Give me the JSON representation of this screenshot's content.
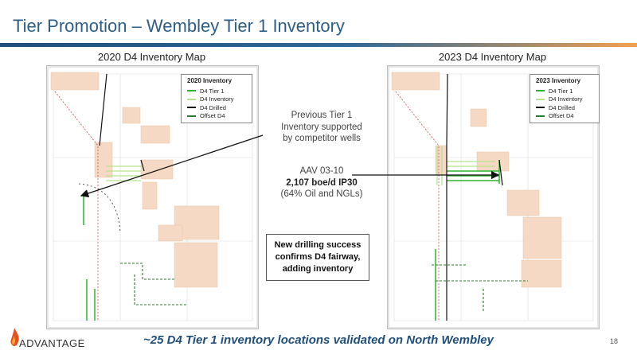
{
  "slide": {
    "title": "Tier Promotion – Wembley Tier 1 Inventory",
    "page_number": "18",
    "footer_note": "~25 D4 Tier 1 inventory locations validated on North Wembley"
  },
  "maps": [
    {
      "heading": "2020 D4 Inventory Map",
      "legend_title": "2020 Inventory",
      "legend_items": [
        {
          "label": "D4 Tier 1",
          "color": "#2db52d"
        },
        {
          "label": "D4 Inventory",
          "color": "#b7e38a"
        },
        {
          "label": "D4 Drilled",
          "color": "#111111"
        },
        {
          "label": "Offset D4",
          "color": "#2e7d2e"
        }
      ]
    },
    {
      "heading": "2023 D4 Inventory Map",
      "legend_title": "2023 Inventory",
      "legend_items": [
        {
          "label": "D4 Tier 1",
          "color": "#2db52d"
        },
        {
          "label": "D4 Inventory",
          "color": "#b7e38a"
        },
        {
          "label": "D4 Drilled",
          "color": "#111111"
        },
        {
          "label": "Offset D4",
          "color": "#2e7d2e"
        }
      ]
    }
  ],
  "callouts": {
    "previous": [
      "Previous Tier 1",
      "Inventory supported",
      "by competitor wells"
    ],
    "well_name": "AAV 03-10",
    "well_rate": "2,107 boe/d IP30",
    "well_mix": "(64% Oil and NGLs)",
    "boxed": [
      "New drilling success",
      "confirms D4 fairway,",
      "adding inventory"
    ]
  },
  "logo": {
    "wordmark": "ADVANTAGE",
    "flame_color": "#e8501f"
  },
  "colors": {
    "title": "#2e5e86",
    "land_parcel": "#f6d9c4",
    "footer": "#1f4e79"
  }
}
